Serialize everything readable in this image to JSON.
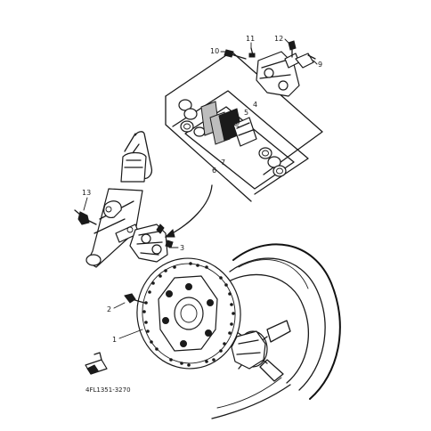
{
  "diagram": {
    "callouts": {
      "c1": "1",
      "c2": "2",
      "c3": "3",
      "c4": "4",
      "c5": "5",
      "c6": "6",
      "c7": "7",
      "c8": "8",
      "c9": "9",
      "c10": "10",
      "c11": "11",
      "c12": "12",
      "c13": "13"
    },
    "drawing_code": "4FL1351-3270",
    "colors": {
      "ink": "#1a1a1a",
      "paper": "#ffffff",
      "shade": "#bdbdbd"
    }
  }
}
